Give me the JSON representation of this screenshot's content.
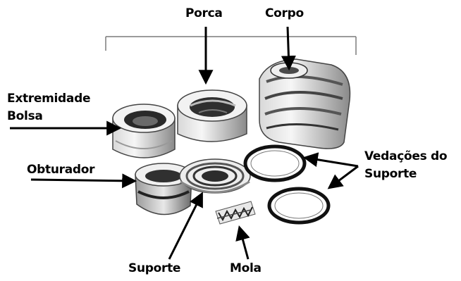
{
  "labels": {
    "porca": "Porca",
    "corpo": "Corpo",
    "extremidade_bolsa_line1": "Extremidade",
    "extremidade_bolsa_line2": "Bolsa",
    "obturador": "Obturador",
    "vedacoes_line1": "Vedações do",
    "vedacoes_line2": "Suporte",
    "suporte": "Suporte",
    "mola": "Mola"
  }
}
